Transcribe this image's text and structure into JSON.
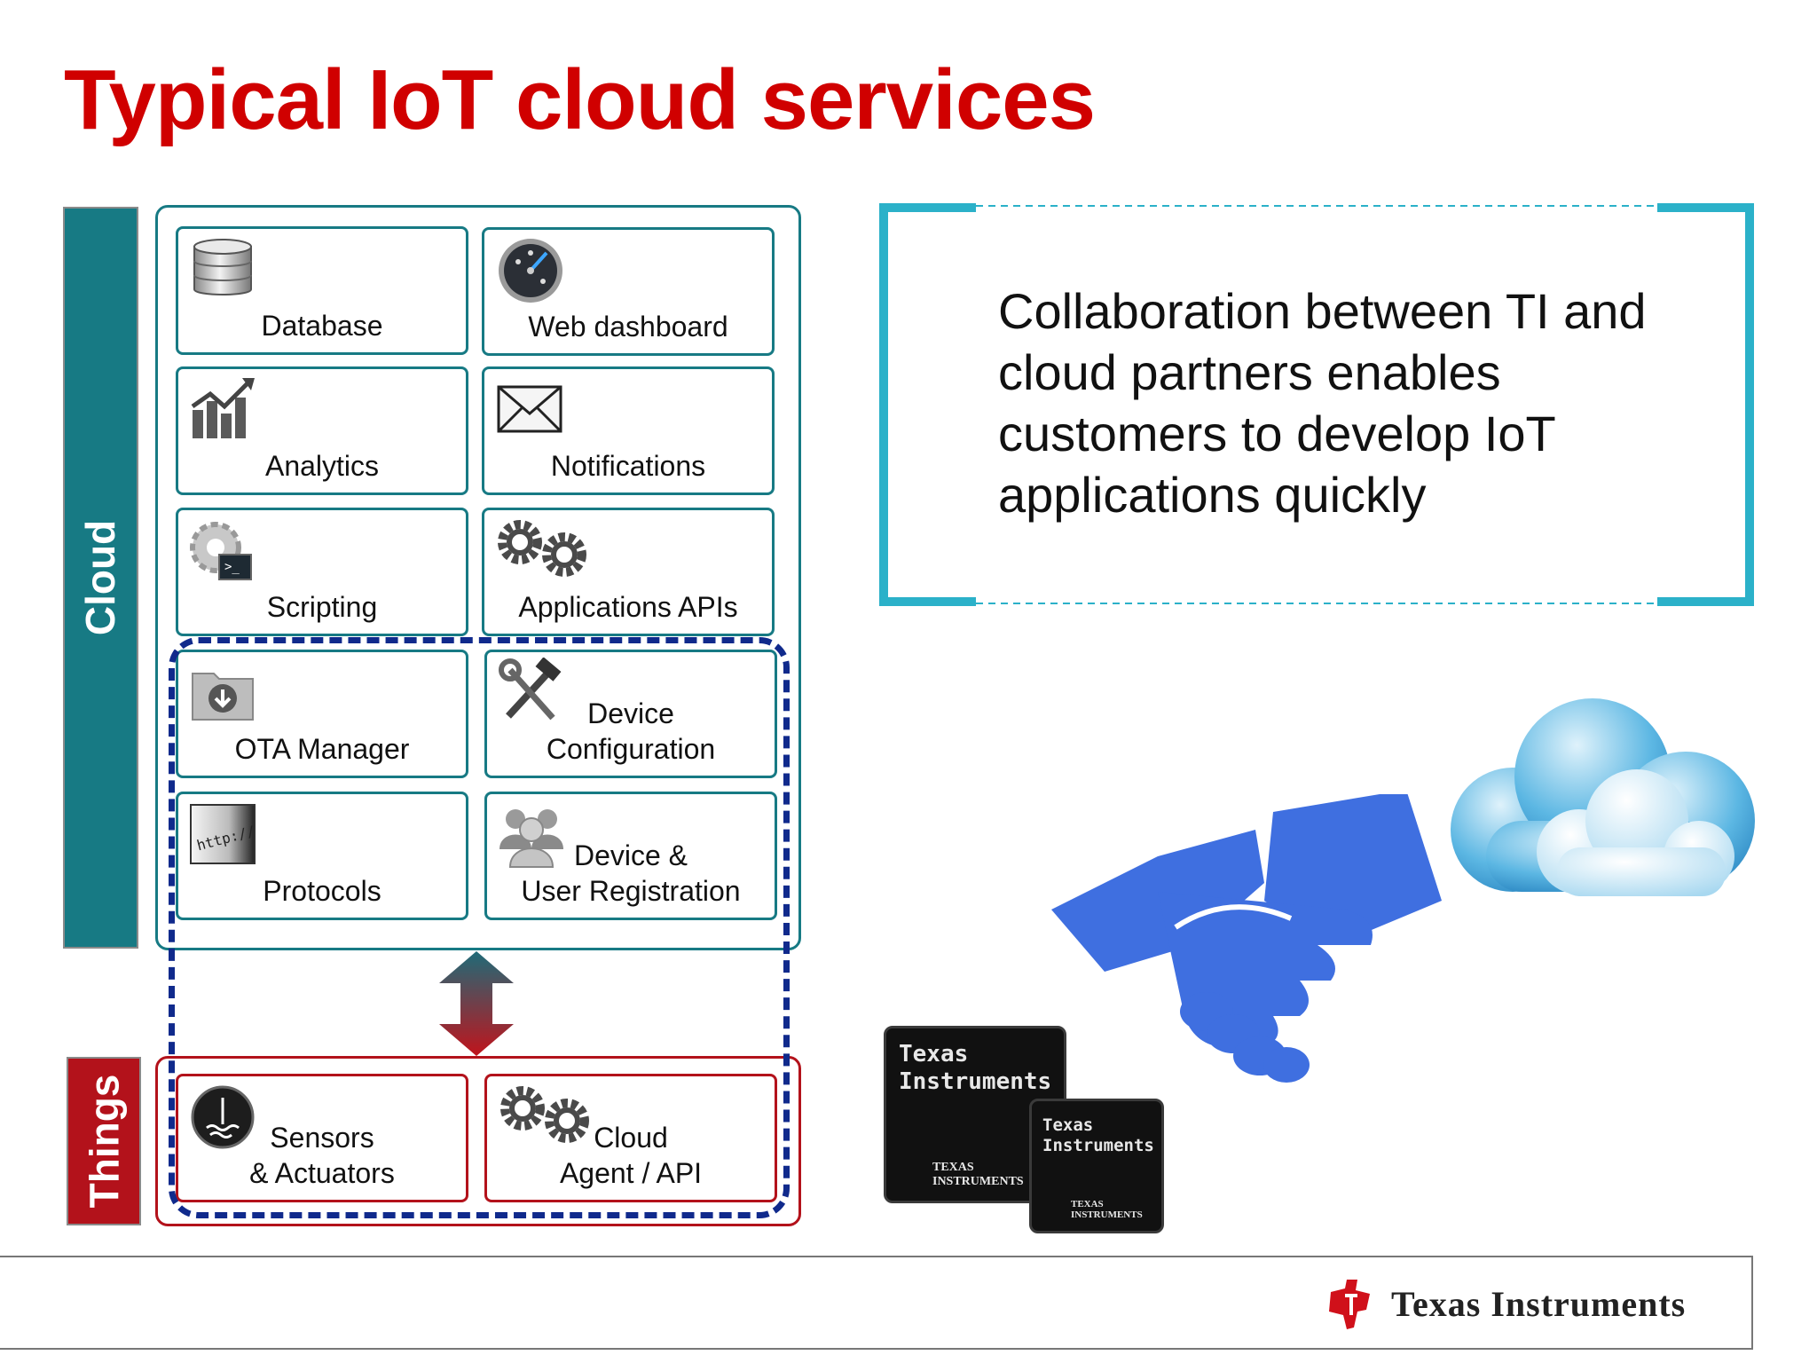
{
  "title": "Typical IoT cloud services",
  "sidebars": {
    "cloud": "Cloud",
    "things": "Things"
  },
  "cloud_tiles": [
    {
      "label": "Database",
      "icon": "database-icon"
    },
    {
      "label": "Web dashboard",
      "icon": "gauge-icon"
    },
    {
      "label": "Analytics",
      "icon": "chart-icon"
    },
    {
      "label": "Notifications",
      "icon": "envelope-icon"
    },
    {
      "label": "Scripting",
      "icon": "terminal-gear-icon"
    },
    {
      "label": "Applications APIs",
      "icon": "gears-icon"
    },
    {
      "label": "OTA Manager",
      "icon": "download-folder-icon"
    },
    {
      "label": "Device\nConfiguration",
      "icon": "tools-icon"
    },
    {
      "label": "Protocols",
      "icon": "http-icon"
    },
    {
      "label": "Device &\nUser Registration",
      "icon": "users-icon"
    }
  ],
  "things_tiles": [
    {
      "label": "Sensors\n& Actuators",
      "icon": "sensor-icon"
    },
    {
      "label": "Cloud\nAgent / API",
      "icon": "gears-icon"
    }
  ],
  "description": "Collaboration between TI and cloud partners enables customers to develop IoT applications quickly",
  "chips": [
    {
      "line1": "Texas\nInstruments",
      "line2": "TEXAS\nINSTRUMENTS"
    },
    {
      "line1": "Texas\nInstruments",
      "line2": "TEXAS\nINSTRUMENTS"
    }
  ],
  "footer": {
    "brand": "Texas Instruments"
  },
  "colors": {
    "title": "#d00000",
    "cloud_teal": "#177a84",
    "things_red": "#b3121b",
    "dashed_navy": "#102a8c",
    "accent_cyan": "#2bb1c9",
    "handshake_blue": "#3f6fe0"
  }
}
